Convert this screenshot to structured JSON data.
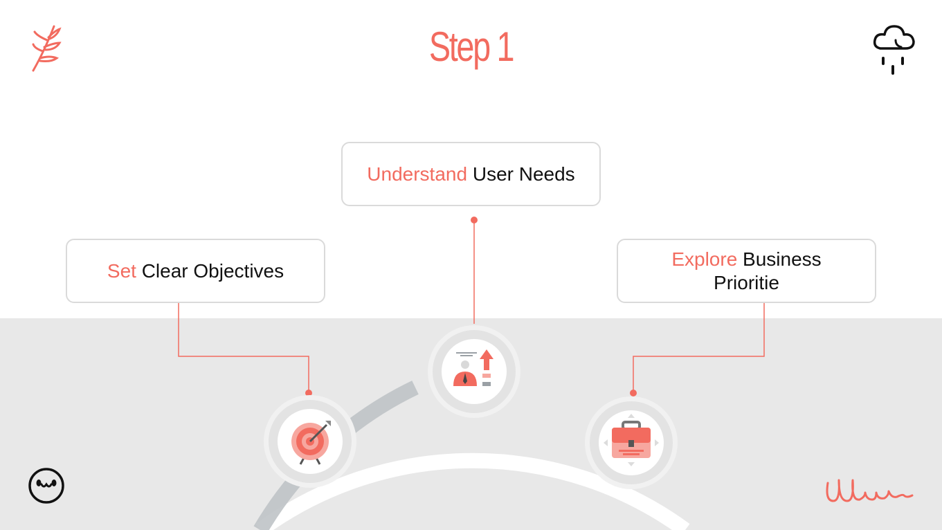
{
  "title": "Step 1",
  "steps": [
    {
      "accent": "Set",
      "rest": "Clear Objectives",
      "icon": "target-icon"
    },
    {
      "accent": "Understand",
      "rest": "User Needs",
      "icon": "user-growth-icon"
    },
    {
      "accent": "Explore",
      "rest": "Business Prioritie",
      "icon": "briefcase-icon"
    }
  ],
  "colors": {
    "accent": "#f26b5f",
    "band": "#e8e8e8",
    "text": "#111111"
  },
  "decorations": [
    "leaf-doodle-icon",
    "rain-cloud-icon",
    "smiley-face-icon",
    "squiggle-doodle-icon"
  ]
}
